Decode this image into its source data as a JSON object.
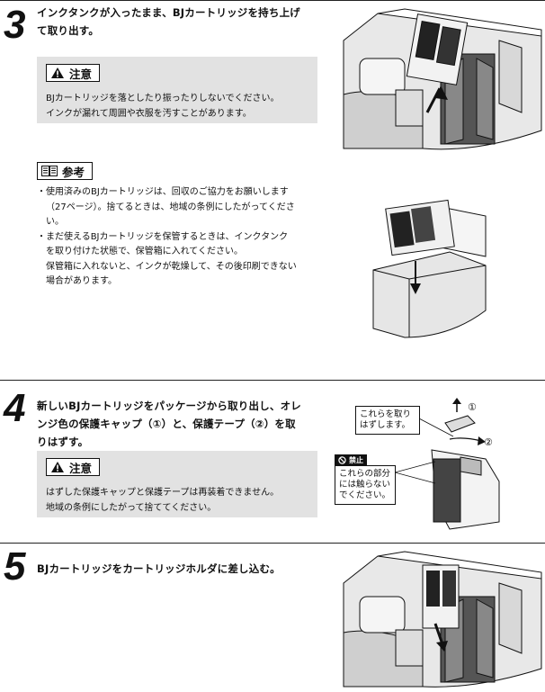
{
  "step3": {
    "number": "3",
    "lines": [
      "インクタンクが入ったまま、BJカートリッジを持ち上げ",
      "て取り出す。"
    ],
    "caution": {
      "label": "注意",
      "lines": [
        "BJカートリッジを落としたり振ったりしないでください。",
        "インクが漏れて周囲や衣服を汚すことがあります。"
      ]
    },
    "reference": {
      "label": "参考",
      "notes": [
        {
          "bullet": "・",
          "lines": [
            "使用済みのBJカートリッジは、回収のご協力をお願いします",
            "（27ページ）。捨てるときは、地域の条例にしたがってくださ",
            "い。"
          ]
        },
        {
          "bullet": "・",
          "lines": [
            "まだ使えるBJカートリッジを保管するときは、インクタンク",
            "を取り付けた状態で、保管箱に入れてください。",
            "保管箱に入れないと、インクが乾燥して、その後印刷できない",
            "場合があります。"
          ]
        }
      ]
    }
  },
  "step4": {
    "number": "4",
    "lines": [
      "新しいBJカートリッジをパッケージから取り出し、オレ",
      "ンジ色の保護キャップ（①）と、保護テープ（②）を取",
      "りはずす。"
    ],
    "caution": {
      "label": "注意",
      "lines": [
        "はずした保護キャップと保護テープは再装着できません。",
        "地域の条例にしたがって捨ててください。"
      ]
    },
    "callout_remove": [
      "これらを取り",
      "はずします。"
    ],
    "prohibited_label": "禁止",
    "callout_notouch": [
      "これらの部分",
      "には触らない",
      "でください。"
    ],
    "marker1": "①",
    "marker2": "②"
  },
  "step5": {
    "number": "5",
    "lines": [
      "BJカートリッジをカートリッジホルダに差し込む。"
    ]
  }
}
